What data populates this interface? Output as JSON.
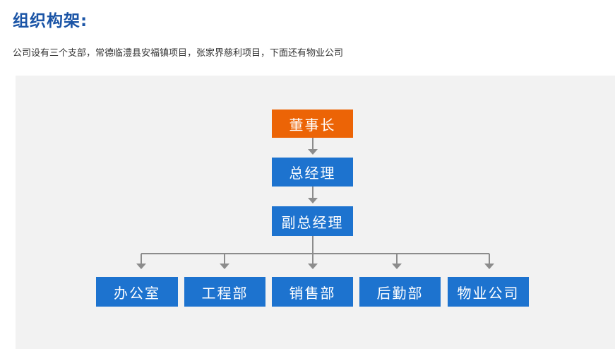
{
  "page": {
    "title": "组织构架:",
    "intro": "公司设有三个支部，常德临澧县安福镇项目，张家界慈利项目，下面还有物业公司"
  },
  "org_chart": {
    "chairman": "董事长",
    "general_manager": "总经理",
    "deputy_general_manager": "副总经理",
    "departments": [
      "办公室",
      "工程部",
      "销售部",
      "后勤部",
      "物业公司"
    ],
    "colors": {
      "top": "#ec6406",
      "box": "#1d73cf",
      "connector": "#8c8c8c",
      "background": "#f2f2f2",
      "title": "#1a54a6"
    }
  }
}
